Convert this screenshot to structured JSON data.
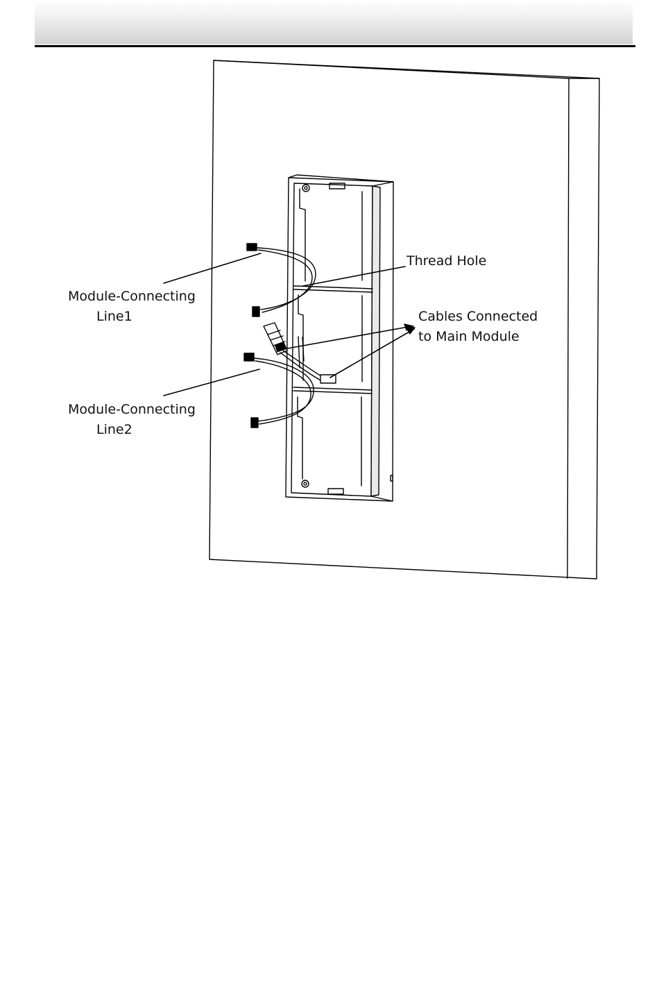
{
  "figure": {
    "callouts": {
      "module_line1": {
        "line1": "Module-Connecting",
        "line2": "Line1"
      },
      "module_line2": {
        "line1": "Module-Connecting",
        "line2": "Line2"
      },
      "thread_hole": "Thread Hole",
      "cables_main": {
        "line1": "Cables Connected",
        "line2": "to Main Module"
      }
    }
  }
}
